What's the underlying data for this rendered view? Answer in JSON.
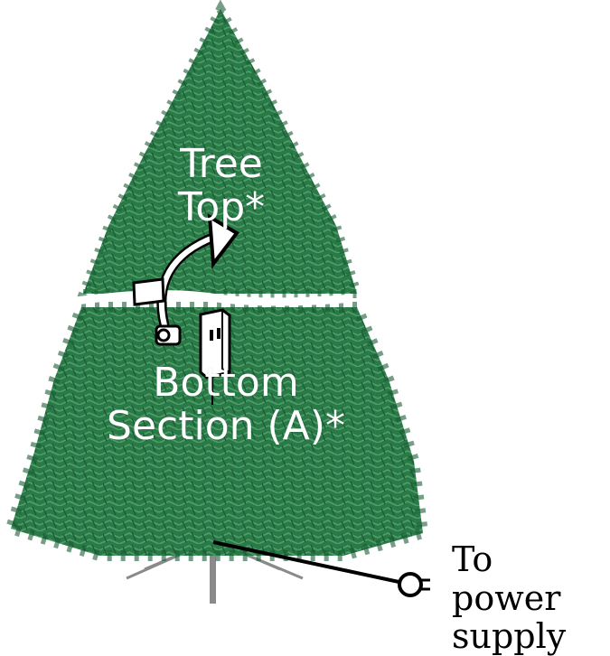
{
  "colors": {
    "tree_dark": "#1a5c34",
    "tree_mid": "#2a7a48",
    "tree_light": "#4f9e6a",
    "seam": "#ffffff",
    "cord": "#000000",
    "stand": "#8a8a8a"
  },
  "labels": {
    "top_line1": "Tree",
    "top_line2": "Top*",
    "bottom_line1": "Bottom",
    "bottom_line2": "Section (A)*"
  },
  "power": {
    "line1": "To power",
    "line2": "supply"
  },
  "icons": [
    "tree-illustration",
    "connector-plug-icon",
    "outlet-box-icon",
    "arrow-icon",
    "power-plug-icon"
  ]
}
